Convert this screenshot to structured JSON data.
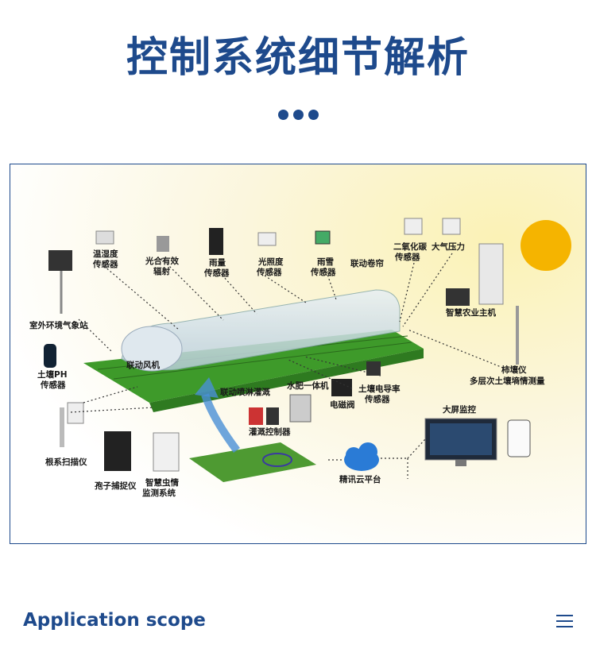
{
  "page": {
    "title": "控制系统细节解析",
    "footer_heading": "Application scope"
  },
  "colors": {
    "brand": "#1e4a8c",
    "field": "#3e9a2a",
    "sun": "#f5b400"
  },
  "icons": {
    "menu": "hamburger-menu-icon",
    "cloud": "cloud-icon",
    "sun": "sun-icon"
  },
  "diagram": {
    "labels": {
      "temp_humidity": [
        "温湿度",
        "传感器"
      ],
      "photosynthetic": [
        "光合有效",
        "辐射"
      ],
      "rain_gauge": [
        "雨量",
        "传感器"
      ],
      "illuminance": [
        "光照度",
        "传感器"
      ],
      "rain_snow": [
        "雨雪",
        "传感器"
      ],
      "linked_curtain": "联动卷帘",
      "co2": [
        "二氧化碳",
        "传感器"
      ],
      "pressure": "大气压力",
      "weather_station": "室外环境气象站",
      "smart_host": "智慧农业主机",
      "soil_ph": [
        "土壤PH",
        "传感器"
      ],
      "linked_fan": "联动风机",
      "spray_irrigation": "联动喷淋灌溉",
      "fertigation": "水肥一体机",
      "solenoid_valve": "电磁阀",
      "soil_ec": [
        "土壤电导率",
        "传感器"
      ],
      "tube_soil": [
        "柿壤仪",
        "多层次土壤墒情测量"
      ],
      "irrigation_controller": "灌溉控制器",
      "big_screen": "大屏监控",
      "root_scanner": "根系扫描仪",
      "cloud_platform": "精讯云平台",
      "spore_trap": "孢子捕捉仪",
      "pest_monitor": [
        "智慧虫情",
        "监测系统"
      ]
    }
  }
}
